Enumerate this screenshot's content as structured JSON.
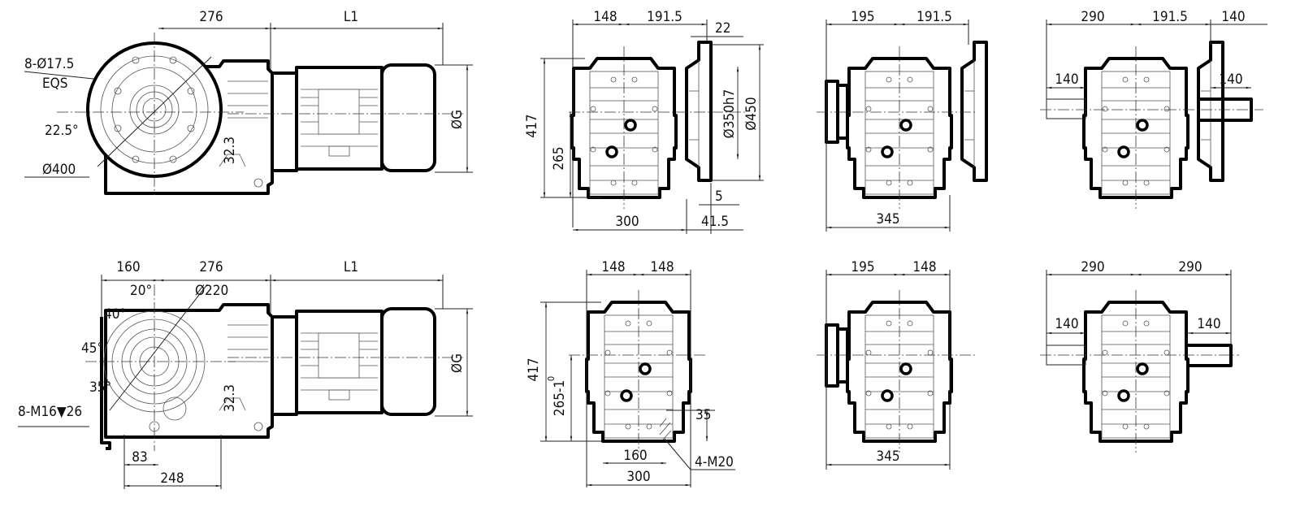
{
  "title": "Helical-bevel gear motor dimension drawing",
  "top_side_view": {
    "dim_276": "276",
    "dim_L1": "L1",
    "dim_G": "ØG",
    "dim_32_3": "32.3",
    "holes": "8-Ø17.5",
    "eqs": "EQS",
    "angle": "22.5°",
    "flange_dia": "Ø400"
  },
  "bottom_side_view": {
    "dim_160": "160",
    "dim_276": "276",
    "dim_L1": "L1",
    "dim_G": "ØG",
    "dim_32_3": "32.3",
    "angle_20": "20°",
    "dia_220": "Ø220",
    "angle_40": "40°",
    "angle_45": "45°",
    "angle_35": "35°",
    "threads": "8-M16▼26",
    "dim_83": "83",
    "dim_248": "248"
  },
  "top_end_view_flange": {
    "dim_148": "148",
    "dim_191_5": "191.5",
    "dim_22": "22",
    "dim_417": "417",
    "dim_265": "265",
    "dia_350": "Ø350h7",
    "dia_450": "Ø450",
    "dim_5": "5",
    "dim_300": "300",
    "dim_41_5": "41.5"
  },
  "bottom_end_view_foot": {
    "dim_148a": "148",
    "dim_148b": "148",
    "dim_417": "417",
    "dim_265": "265-1",
    "tol_upper": "0",
    "dim_35": "35",
    "threads": "4-M20",
    "dim_160": "160",
    "dim_300": "300"
  },
  "top_end_view_hollow": {
    "dim_195": "195",
    "dim_191_5": "191.5",
    "dim_345": "345"
  },
  "bottom_end_view_hollow": {
    "dim_195": "195",
    "dim_148": "148",
    "dim_345": "345"
  },
  "top_end_view_shaft": {
    "dim_290": "290",
    "dim_191_5": "191.5",
    "dim_140_top": "140",
    "dim_140_left": "140",
    "dim_140_right": "140"
  },
  "bottom_end_view_shaft": {
    "dim_290a": "290",
    "dim_290b": "290",
    "dim_140_left": "140",
    "dim_140_right": "140"
  }
}
